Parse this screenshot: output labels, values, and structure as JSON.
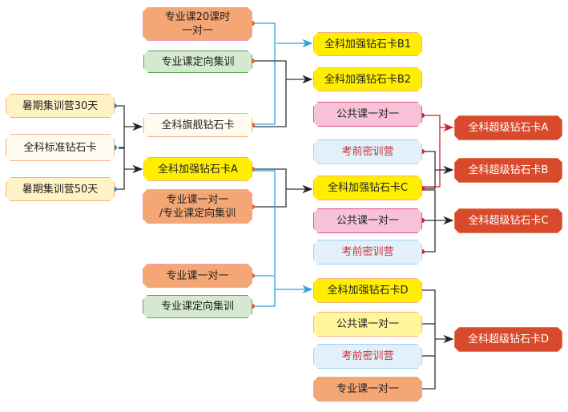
{
  "nodes": {
    "summer30": "暑期集训营30天",
    "standard": "全科标准钻石卡",
    "summer50": "暑期集训营50天",
    "flagship": "全科旗舰钻石卡",
    "enhancedA": "全科加强钻石卡A",
    "pro20_line1": "专业课20课时",
    "pro20_line2": "一对一",
    "proCamp1": "专业课定向集训",
    "proOneOrCamp_line1": "专业课一对一",
    "proOneOrCamp_line2": "/专业课定向集训",
    "proOne1": "专业课一对一",
    "proCamp2": "专业课定向集训",
    "enhancedB1": "全科加强钻石卡B1",
    "enhancedB2": "全科加强钻石卡B2",
    "public1": "公共课一对一",
    "exam1": "考前密训营",
    "enhancedC": "全科加强钻石卡C",
    "public2": "公共课一对一",
    "exam2": "考前密训营",
    "enhancedD": "全科加强钻石卡D",
    "public3": "公共课一对一",
    "exam3": "考前密训营",
    "proOne2": "专业课一对一",
    "superA": "全科超级钻石卡A",
    "superB": "全科超级钻石卡B",
    "superC": "全科超级钻石卡C",
    "superD": "全科超级钻石卡D"
  },
  "colors": {
    "connector_dark": "#333333",
    "connector_blue": "#29a3dc",
    "connector_red": "#d0202a",
    "dot_orange": "#e8601c",
    "dot_blue": "#1a8fd6",
    "dot_red": "#d0202a"
  }
}
